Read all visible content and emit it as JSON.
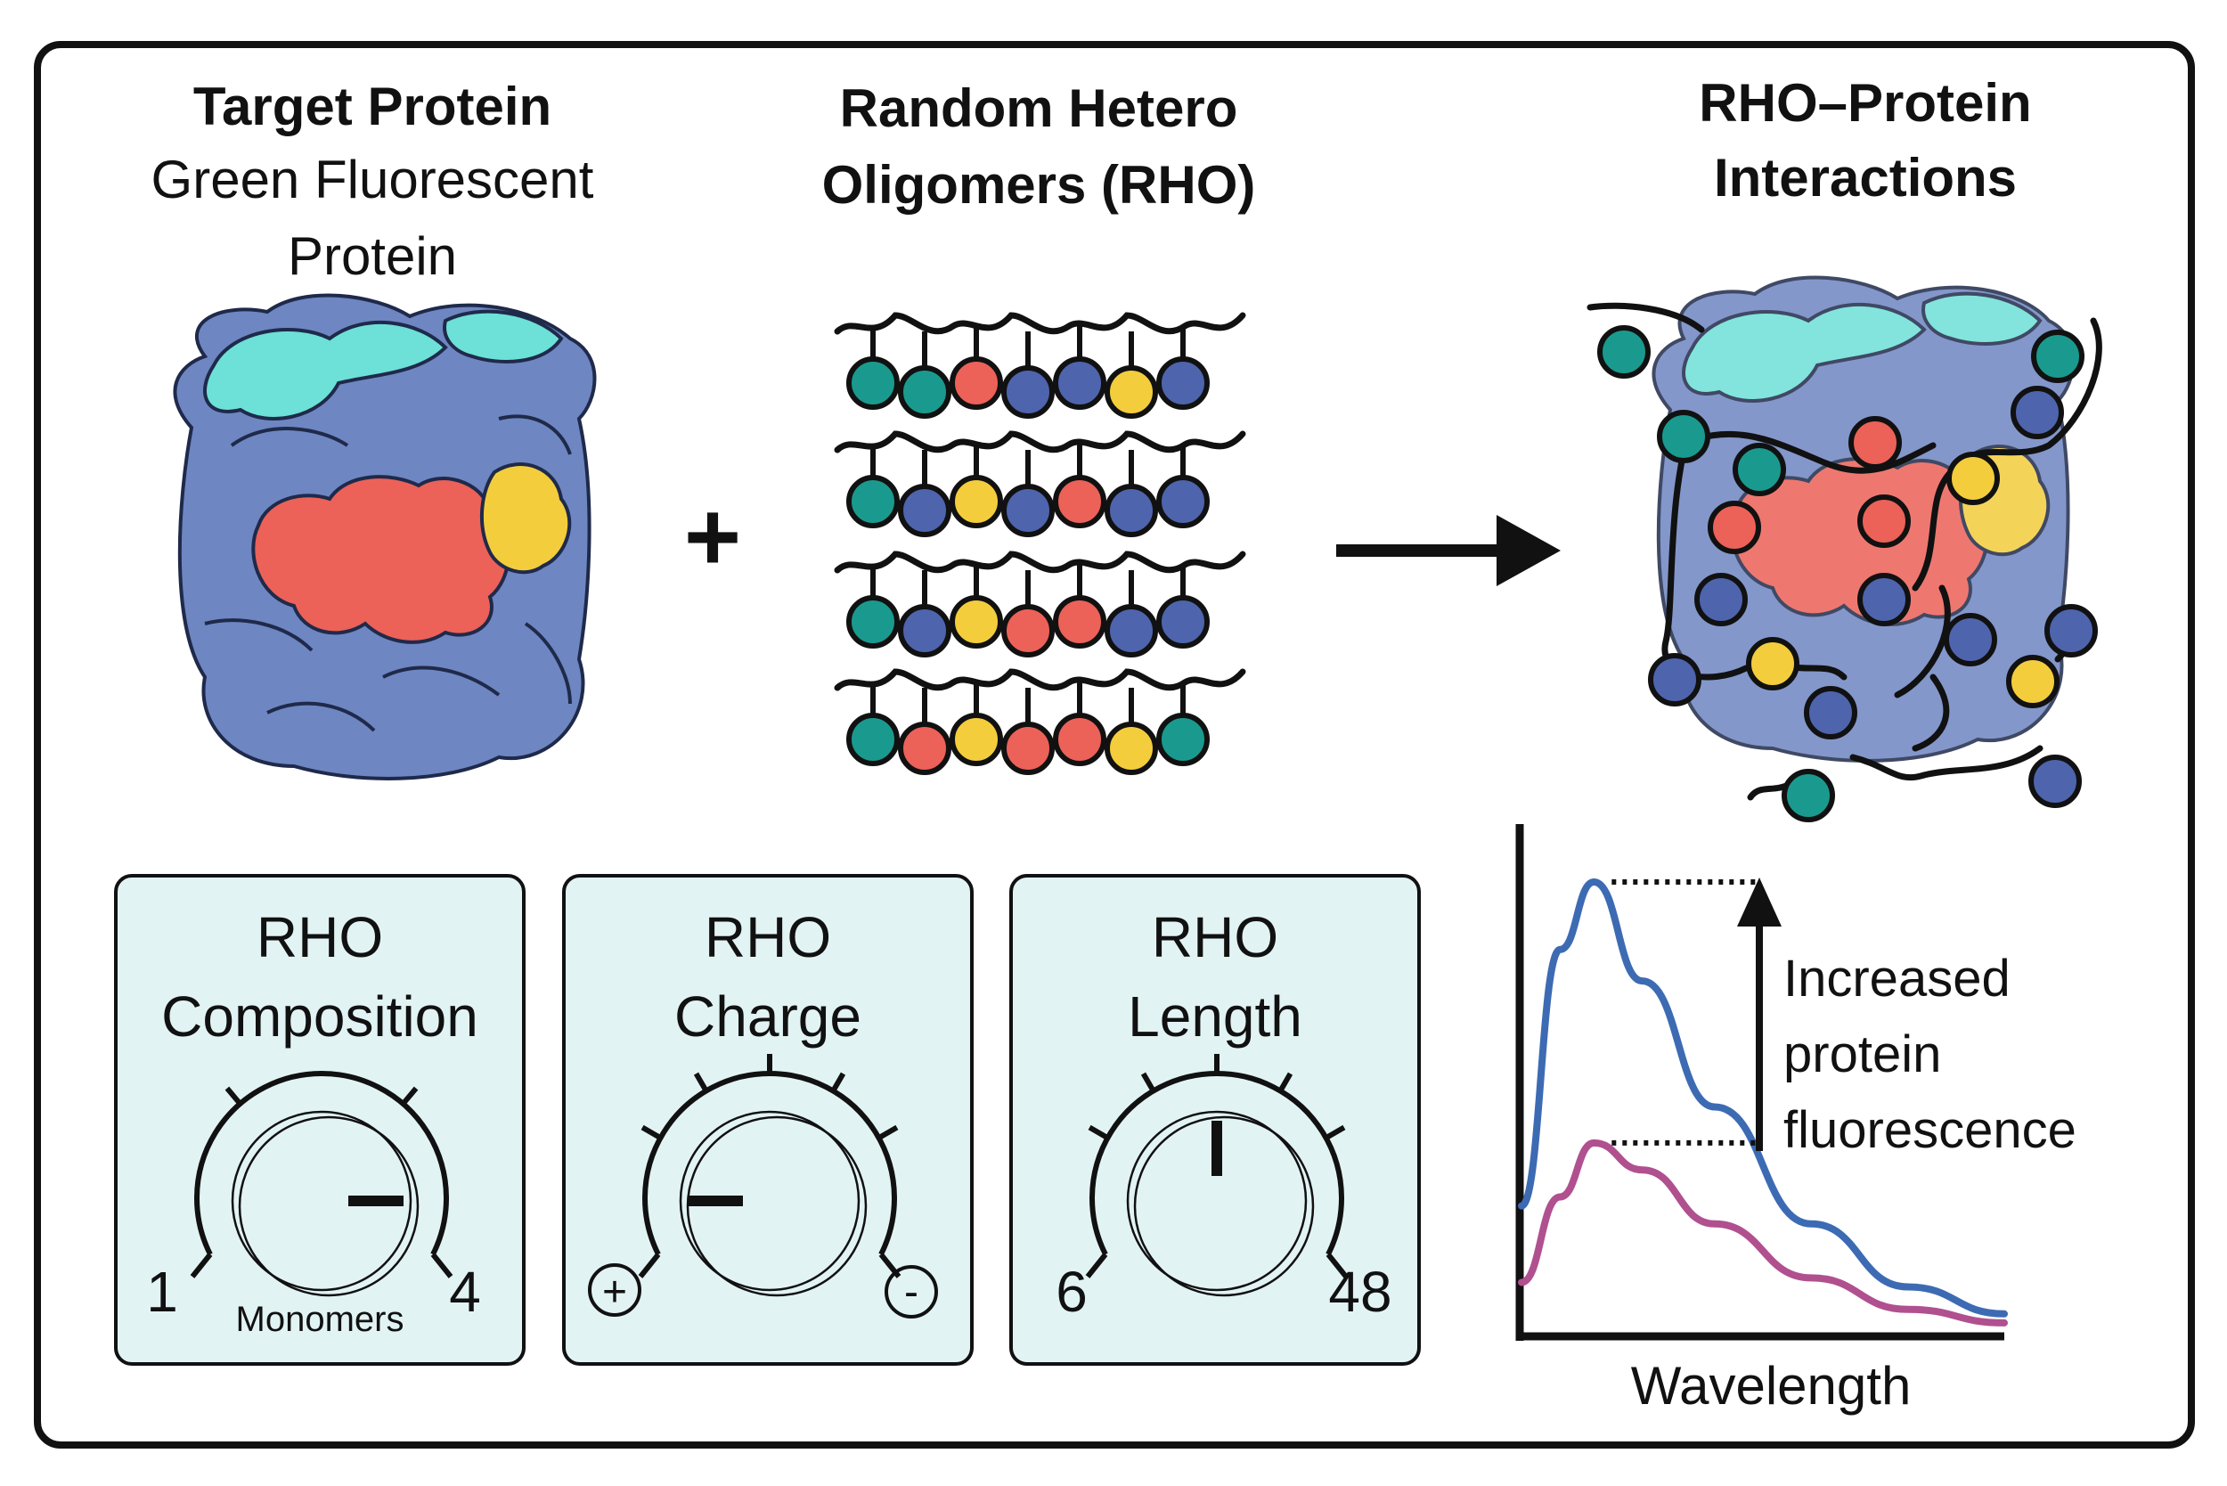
{
  "target": {
    "title": "Target Protein",
    "line1": "Green Fluorescent",
    "line2": "Protein"
  },
  "rho": {
    "line1": "Random Hetero",
    "line2": "Oligomers (RHO)"
  },
  "interaction": {
    "line1": "RHO–Protein",
    "line2": "Interactions"
  },
  "plus": "+",
  "knobs": [
    {
      "line1": "RHO",
      "line2": "Composition",
      "min": "1",
      "max": "4",
      "sub": "Monomers"
    },
    {
      "line1": "RHO",
      "line2": "Charge",
      "min": "+",
      "max": "-"
    },
    {
      "line1": "RHO",
      "line2": "Length",
      "min": "6",
      "max": "48"
    }
  ],
  "chart": {
    "annotation": [
      "Increased",
      "protein",
      "fluorescence"
    ],
    "xlabel": "Wavelength"
  },
  "colors": {
    "teal": "#1a9a8e",
    "red": "#ec6158",
    "blue": "#4e64ad",
    "yellow": "#f3cd3c",
    "protein_blue": "#6e86c2",
    "protein_cyan": "#6de0d8",
    "panel_fill": "#e2f3f4",
    "curve_high": "#3d6bb3",
    "curve_low": "#b0508f"
  },
  "chart_data": {
    "type": "line",
    "title": "",
    "xlabel": "Wavelength",
    "ylabel": "",
    "series": [
      {
        "x": [
          0,
          0.08,
          0.15,
          0.25,
          0.4,
          0.6,
          0.8,
          1.0
        ],
        "values": [
          0.28,
          0.85,
          1.0,
          0.78,
          0.5,
          0.24,
          0.1,
          0.04
        ]
      },
      {
        "x": [
          0,
          0.08,
          0.15,
          0.25,
          0.4,
          0.6,
          0.8,
          1.0
        ],
        "values": [
          0.11,
          0.3,
          0.42,
          0.36,
          0.24,
          0.12,
          0.05,
          0.02
        ]
      }
    ],
    "annotation": "Increased protein fluorescence"
  }
}
